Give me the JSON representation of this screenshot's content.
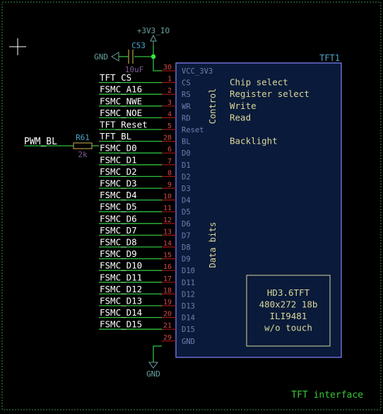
{
  "colors": {
    "background": "#000000",
    "frame": "#3a8f3a",
    "wire": "#2fbf3f",
    "junction": "#3cf03c",
    "net_label": "#ffffff",
    "power": "#6aa0a0",
    "component_body": "#0a1a3a",
    "component_border": "#8484ff",
    "ref_text": "#4ea7c7",
    "value_text": "#7f5c9a",
    "pin_number": "#d84747",
    "pin_name": "#6f7fb0",
    "inner_text": "#d8d89a",
    "title": "#37c837",
    "pin_line": "#a01818"
  },
  "power": {
    "vcc": "+3V3_IO",
    "gnd_left": "GND",
    "gnd_bottom": "GND"
  },
  "capacitor": {
    "ref": "C53",
    "value": "10uF"
  },
  "resistor": {
    "ref": "R61",
    "value": "2k",
    "input_net": "PWM_BL"
  },
  "component": {
    "ref": "TFT1",
    "group_control": "Control",
    "group_data": "Data bits",
    "desc": [
      "Chip select",
      "Register select",
      "Write",
      "Read",
      "",
      "Backlight"
    ],
    "info": [
      "HD3.6TFT",
      "480x272 18b",
      "ILI9481",
      "w/o touch"
    ]
  },
  "pins": [
    {
      "num": "30",
      "name": "VCC_3V3",
      "net": ""
    },
    {
      "num": "1",
      "name": "CS",
      "net": "TFT_CS"
    },
    {
      "num": "2",
      "name": "RS",
      "net": "FSMC_A16"
    },
    {
      "num": "3",
      "name": "WR",
      "net": "FSMC_NWE"
    },
    {
      "num": "4",
      "name": "RD",
      "net": "FSMC_NOE"
    },
    {
      "num": "5",
      "name": "Reset",
      "net": "TFT_Reset"
    },
    {
      "num": "28",
      "name": "BL",
      "net": "TFT_BL"
    },
    {
      "num": "6",
      "name": "D0",
      "net": "FSMC_D0"
    },
    {
      "num": "7",
      "name": "D1",
      "net": "FSMC_D1"
    },
    {
      "num": "8",
      "name": "D2",
      "net": "FSMC_D2"
    },
    {
      "num": "9",
      "name": "D3",
      "net": "FSMC_D3"
    },
    {
      "num": "10",
      "name": "D4",
      "net": "FSMC_D4"
    },
    {
      "num": "11",
      "name": "D5",
      "net": "FSMC_D5"
    },
    {
      "num": "12",
      "name": "D6",
      "net": "FSMC_D6"
    },
    {
      "num": "13",
      "name": "D7",
      "net": "FSMC_D7"
    },
    {
      "num": "14",
      "name": "D8",
      "net": "FSMC_D8"
    },
    {
      "num": "15",
      "name": "D9",
      "net": "FSMC_D9"
    },
    {
      "num": "16",
      "name": "D10",
      "net": "FSMC_D10"
    },
    {
      "num": "17",
      "name": "D11",
      "net": "FSMC_D11"
    },
    {
      "num": "18",
      "name": "D12",
      "net": "FSMC_D12"
    },
    {
      "num": "19",
      "name": "D13",
      "net": "FSMC_D13"
    },
    {
      "num": "20",
      "name": "D14",
      "net": "FSMC_D14"
    },
    {
      "num": "21",
      "name": "D15",
      "net": "FSMC_D15"
    },
    {
      "num": "29",
      "name": "GND",
      "net": ""
    }
  ],
  "sheet_title": "TFT interface"
}
